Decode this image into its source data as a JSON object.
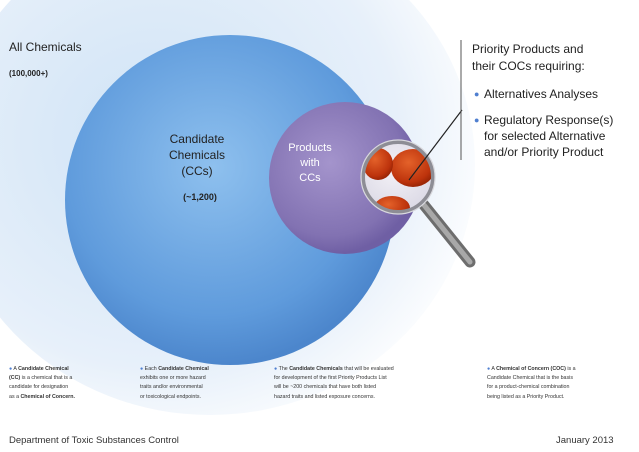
{
  "all_chemicals": {
    "title": "All Chemicals",
    "count": "(100,000+)"
  },
  "candidate_chemicals": {
    "line1": "Candidate",
    "line2": "Chemicals",
    "line3": "(CCs)",
    "count": "(~1,200)"
  },
  "products_with_ccs": {
    "line1": "Products",
    "line2": "with",
    "line3": "CCs"
  },
  "callout": {
    "heading_line1": "Priority Products and",
    "heading_line2": "their COCs requiring:",
    "bullet1": "Alternatives Analyses",
    "bullet2_line1": "Regulatory Response(s)",
    "bullet2_line2": "for selected Alternative",
    "bullet2_line3": "and/or Priority Product"
  },
  "notes": [
    {
      "pre": "A ",
      "bold1": "Candidate Chemical",
      "l1b": "",
      "line2_bold": "(CC)",
      "line2": " is a chemical that is a",
      "line3": "candidate for designation",
      "line4_pre": "as a ",
      "line4_bold": "Chemical of Concern."
    },
    {
      "line1_pre": "Each ",
      "line1_bold": "Candidate Chemical",
      "line2": "exhibits one or more hazard",
      "line3": "traits and/or environmental",
      "line4": "or toxicological endpoints."
    },
    {
      "line1_pre": "The ",
      "line1_bold": "Candidate Chemicals",
      "line1_post": " that will be evaluated",
      "line2": "for development of the first Priority Products List",
      "line3": "will be ~200 chemicals that have both listed",
      "line4": "hazard traits and listed exposure concerns."
    },
    {
      "line1_pre": "A ",
      "line1_bold": "Chemical of Concern (COC)",
      "line1_post": " is a",
      "line2": "Candidate Chemical that is the basis",
      "line3": "for a product-chemical combination",
      "line4": "being listed as a Priority Product."
    }
  ],
  "footer": {
    "left": "Department of Toxic Substances Control",
    "right": "January 2013"
  },
  "colors": {
    "outer_glow": "#dbe9f7",
    "cc_circle": "#5f9bdc",
    "product_circle": "#8a7ab8",
    "chemical_blobs": "#c4380f",
    "bullet": "#4f7fd0"
  },
  "icons": [
    "magnifying-glass-icon"
  ]
}
